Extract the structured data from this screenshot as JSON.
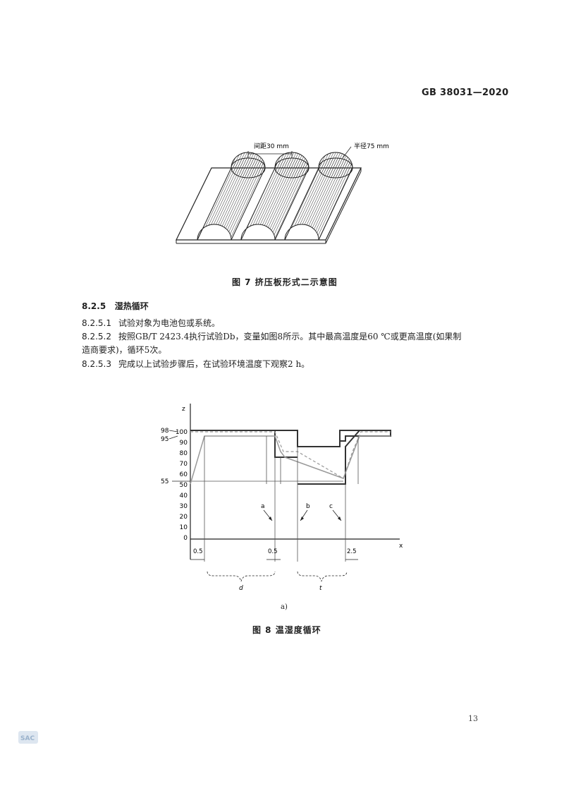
{
  "header": {
    "standard_code": "GB  38031—2020"
  },
  "figure7": {
    "caption": "图 7  挤压板形式二示意图",
    "label_spacing": "间距30 mm",
    "label_radius": "半径75 mm"
  },
  "section": {
    "number": "8.2.5",
    "title": "湿热循环",
    "items": [
      {
        "number": "8.2.5.1",
        "text": "试验对象为电池包或系统。"
      },
      {
        "number": "8.2.5.2",
        "text": "按照GB/T 2423.4执行试验Db，变量如图8所示。其中最高温度是60 ℃或更高温度(如果制",
        "continuation": "造商要求)，循环5次。"
      },
      {
        "number": "8.2.5.3",
        "text": "完成以上试验步骤后，在试验环境温度下观察2 h。"
      }
    ]
  },
  "figure8": {
    "sub_label": "a)",
    "caption": "图 8  温湿度循环",
    "y_axis_label": "z",
    "x_axis_label": "x",
    "y_ticks": [
      "100",
      "90",
      "80",
      "70",
      "60",
      "50",
      "40",
      "30",
      "20",
      "10",
      "0"
    ],
    "side_marks": [
      "98",
      "95",
      "55"
    ],
    "x_marks": [
      "0.5",
      "0.5",
      "2.5"
    ],
    "brace_labels": [
      "d",
      "t"
    ],
    "annotations": [
      "a",
      "b",
      "c"
    ]
  },
  "footer": {
    "page_number": "13",
    "logo_text": "SAC"
  }
}
